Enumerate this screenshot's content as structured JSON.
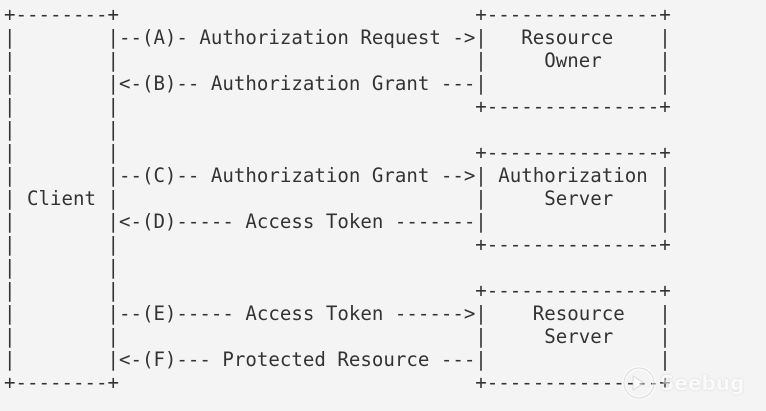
{
  "diagram_lines": [
    "+--------+                               +---------------+",
    "|        |--(A)- Authorization Request ->|   Resource    |",
    "|        |                               |     Owner     |",
    "|        |<-(B)-- Authorization Grant ---|               |",
    "|        |                               +---------------+",
    "|        |",
    "|        |                               +---------------+",
    "|        |--(C)-- Authorization Grant -->| Authorization |",
    "| Client |                               |     Server    |",
    "|        |<-(D)----- Access Token -------|               |",
    "|        |                               +---------------+",
    "|        |",
    "|        |                               +---------------+",
    "|        |--(E)----- Access Token ------>|    Resource   |",
    "|        |                               |     Server    |",
    "|        |<-(F)--- Protected Resource ---|               |",
    "+--------+                               +---------------+"
  ],
  "watermark": {
    "text": "Seebug",
    "color": "#c8c8c8"
  }
}
